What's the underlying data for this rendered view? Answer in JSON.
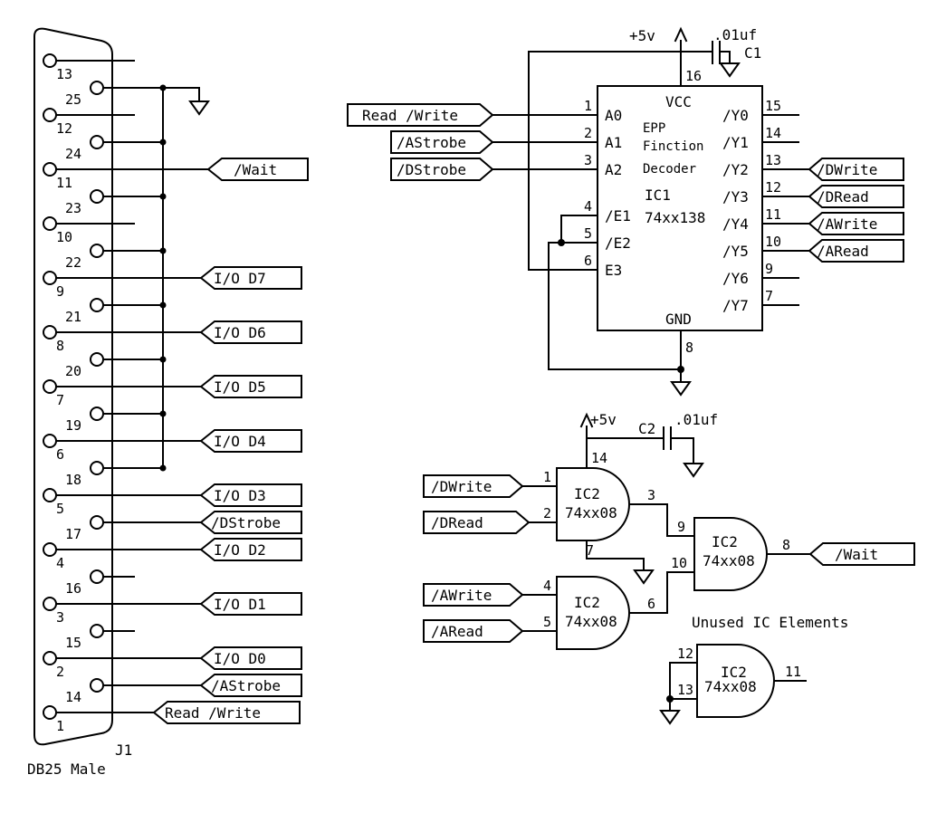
{
  "connector": {
    "ref": "J1",
    "name": "DB25 Male",
    "pins": [
      "13",
      "25",
      "12",
      "24",
      "11",
      "23",
      "10",
      "22",
      "9",
      "21",
      "8",
      "20",
      "7",
      "19",
      "6",
      "18",
      "5",
      "17",
      "4",
      "16",
      "3",
      "15",
      "2",
      "14",
      "1"
    ]
  },
  "flags": {
    "j_wait": "/Wait",
    "j_d7": "I/O D7",
    "j_d6": "I/O D6",
    "j_d5": "I/O D5",
    "j_d4": "I/O D4",
    "j_d3": "I/O D3",
    "j_dstrobe": "/DStrobe",
    "j_d2": "I/O D2",
    "j_d1": "I/O D1",
    "j_d0": "I/O D0",
    "j_astrobe": "/AStrobe",
    "j_rw": "Read /Write",
    "d_rw": "Read /Write",
    "d_astrobe": "/AStrobe",
    "d_dstrobe": "/DStrobe",
    "d_dwrite": "/DWrite",
    "d_dread": "/DRead",
    "d_awrite": "/AWrite",
    "d_aread": "/ARead",
    "g_dwrite": "/DWrite",
    "g_dread": "/DRead",
    "g_awrite": "/AWrite",
    "g_aread": "/ARead",
    "g_wait": "/Wait"
  },
  "ic1": {
    "vcc": "VCC",
    "gnd": "GND",
    "title_1": "EPP",
    "title_2": "Finction",
    "title_3": "Decoder",
    "ref": "IC1",
    "part": "74xx138",
    "inputs": [
      "A0",
      "A1",
      "A2",
      "/E1",
      "/E2",
      "E3"
    ],
    "input_pins": [
      "1",
      "2",
      "3",
      "4",
      "5",
      "6"
    ],
    "outputs": [
      "/Y0",
      "/Y1",
      "/Y2",
      "/Y3",
      "/Y4",
      "/Y5",
      "/Y6",
      "/Y7"
    ],
    "output_pins": [
      "15",
      "14",
      "13",
      "12",
      "11",
      "10",
      "9",
      "7"
    ],
    "vcc_pin": "16",
    "gnd_pin": "8"
  },
  "power": {
    "plus5_a": "+5v",
    "plus5_b": "+5v",
    "c1_value": ".01uf",
    "c1_ref": "C1",
    "c2_value": ".01uf",
    "c2_ref": "C2"
  },
  "gates": {
    "ref": "IC2",
    "part": "74xx08",
    "g1_pins": [
      "1",
      "2",
      "3"
    ],
    "g2_pins": [
      "4",
      "5",
      "6"
    ],
    "g3_pins": [
      "9",
      "10",
      "8"
    ],
    "g4_pins": [
      "12",
      "13",
      "11"
    ],
    "vcc_pin": "14",
    "gnd_pin": "7",
    "unused_label": "Unused IC Elements"
  }
}
